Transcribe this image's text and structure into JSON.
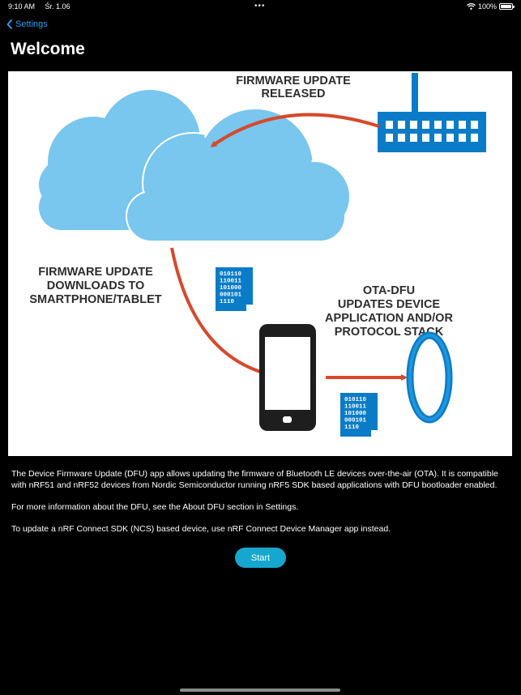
{
  "status_bar": {
    "time": "9:10 AM",
    "date": "Śr. 1.06",
    "battery_percent": "100%",
    "battery_level": 1.0,
    "icons": [
      "wifi-icon",
      "battery-icon",
      "multitasking-dots-icon"
    ]
  },
  "nav": {
    "back_label": "Settings",
    "back_icon": "chevron-left-icon"
  },
  "title": "Welcome",
  "hero": {
    "released_line1": "FIRMWARE UPDATE",
    "released_line2": "RELEASED",
    "download_line1": "FIRMWARE UPDATE",
    "download_line2": "DOWNLOADS TO",
    "download_line3": "SMARTPHONE/TABLET",
    "ota_line1": "OTA-DFU",
    "ota_line2": "UPDATES DEVICE",
    "ota_line3": "APPLICATION AND/OR",
    "ota_line4": "PROTOCOL STACK",
    "file_rows": [
      "010110",
      "110011",
      "101000",
      "000101",
      "1110"
    ],
    "colors": {
      "cloud": "#79c6ee",
      "blue": "#0a7cc7",
      "arrow": "#d7492a",
      "text": "#2d2d2d",
      "phone": "#1e1e1e"
    }
  },
  "description": {
    "p1": "The Device Firmware Update (DFU) app allows updating the firmware of Bluetooth LE devices over-the-air (OTA). It is compatible with nRF51 and nRF52 devices from Nordic Semiconductor running nRF5 SDK based applications with DFU bootloader enabled.",
    "p2": "For more information about the DFU, see the About DFU section in Settings.",
    "p3": "To update a nRF Connect SDK (NCS) based device, use nRF Connect Device Manager app instead."
  },
  "start_label": "Start",
  "colors": {
    "background": "#000000",
    "accent_link": "#2a9ff0",
    "start_button": "#16a7cf"
  }
}
